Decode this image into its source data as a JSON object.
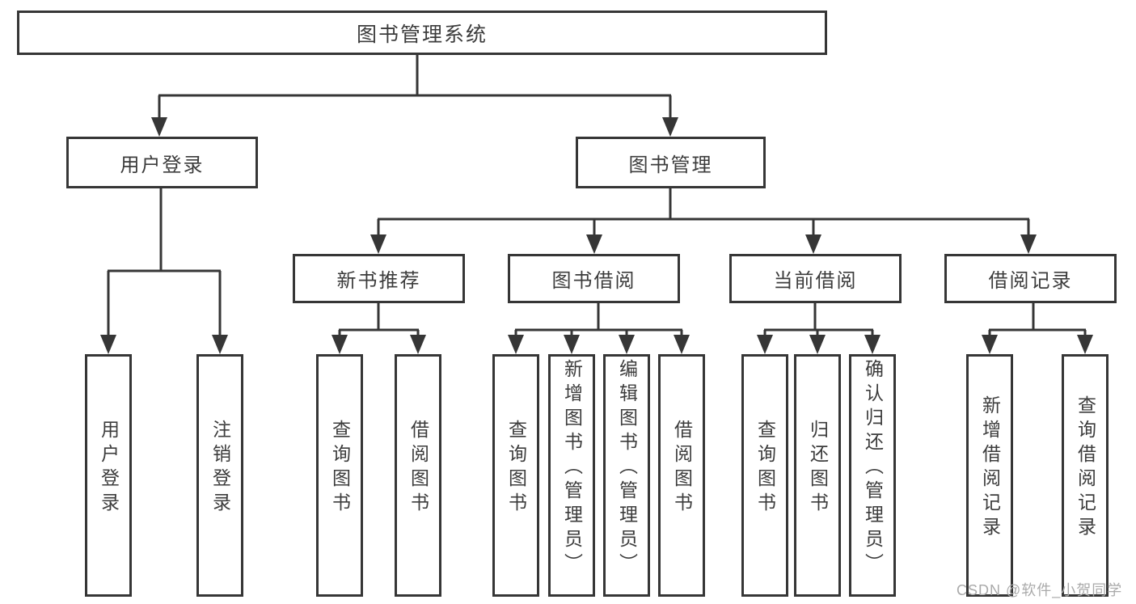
{
  "diagram": {
    "root": {
      "label": "图书管理系统"
    },
    "branches": [
      {
        "label": "用户登录",
        "children": [
          {
            "label": "用户登录"
          },
          {
            "label": "注销登录"
          }
        ]
      },
      {
        "label": "图书管理",
        "children": [
          {
            "label": "新书推荐",
            "children": [
              {
                "label": "查询图书"
              },
              {
                "label": "借阅图书"
              }
            ]
          },
          {
            "label": "图书借阅",
            "children": [
              {
                "label": "查询图书"
              },
              {
                "label": "新增图书（管理员）"
              },
              {
                "label": "编辑图书（管理员）"
              },
              {
                "label": "借阅图书"
              }
            ]
          },
          {
            "label": "当前借阅",
            "children": [
              {
                "label": "查询图书"
              },
              {
                "label": "归还图书"
              },
              {
                "label": "确认归还（管理员）"
              }
            ]
          },
          {
            "label": "借阅记录",
            "children": [
              {
                "label": "新增借阅记录"
              },
              {
                "label": "查询借阅记录"
              }
            ]
          }
        ]
      }
    ]
  },
  "watermark": {
    "text": "CSDN @软件_小贺同学"
  },
  "colors": {
    "node_border": "#363636",
    "connector": "#363636",
    "label_text": "#3c3c3c",
    "watermark_text": "#aaaaaa",
    "canvas_background": "#ffffff"
  }
}
